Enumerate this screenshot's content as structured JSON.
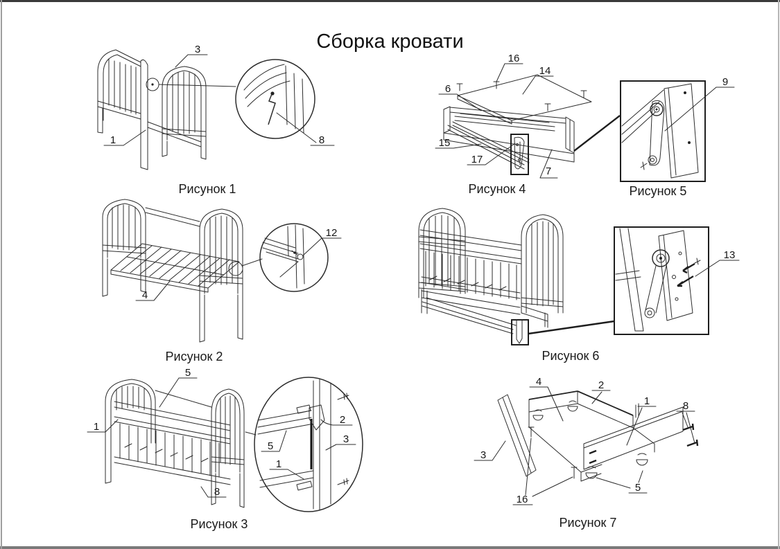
{
  "page": {
    "title": "Сборка кровати",
    "background": "#ffffff",
    "line_color": "#2c2c2c"
  },
  "figures": {
    "fig1": {
      "caption": "Рисунок 1",
      "labels": {
        "headboard": "3",
        "hex_key": "8",
        "bottom_rail": "1"
      }
    },
    "fig2": {
      "caption": "Рисунок 2",
      "labels": {
        "mattress_base": "4",
        "screw": "12"
      }
    },
    "fig3": {
      "caption": "Рисунок 3",
      "labels": {
        "front_rail_top": "5",
        "side_panel": "1",
        "leg": "8",
        "latch": "2",
        "post": "3",
        "rail": "5",
        "lower_rail": "1"
      }
    },
    "fig4": {
      "caption": "Рисунок 4",
      "labels": {
        "screws": "16",
        "panel": "14",
        "frame_rail": "6",
        "slide_rail": "15",
        "cross_rail": "17",
        "front_board": "7"
      }
    },
    "fig5": {
      "caption": "Рисунок 5",
      "labels": {
        "swing_link": "9"
      }
    },
    "fig6": {
      "caption": "Рисунок 6",
      "labels": {
        "screw": "13"
      }
    },
    "fig7": {
      "caption": "Рисунок 7",
      "labels": {
        "bottom_panel": "4",
        "back_wall": "2",
        "front_panel": "1",
        "screws_side": "8",
        "side_panel": "3",
        "screws_bottom": "16",
        "casters": "5"
      }
    }
  }
}
